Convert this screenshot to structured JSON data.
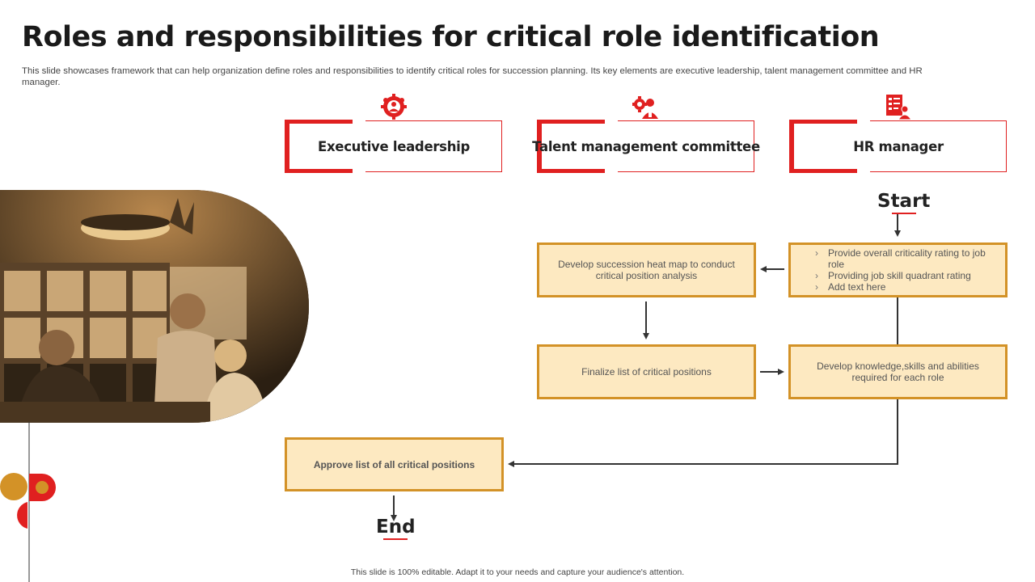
{
  "title": "Roles and responsibilities for critical role identification",
  "subtitle": "This slide showcases framework that can help organization define roles and responsibilities to identify critical roles for succession planning. Its key elements are executive leadership, talent management committee and HR manager.",
  "roles": [
    {
      "label": "Executive leadership",
      "icon": "team-gear-icon"
    },
    {
      "label": "Talent management committee",
      "icon": "gear-person-icon"
    },
    {
      "label": "HR manager",
      "icon": "checklist-person-icon"
    }
  ],
  "flow": {
    "start_label": "Start",
    "end_label": "End",
    "steps": {
      "hr_tasks": [
        "Provide overall criticality rating to job role",
        "Providing job skill quadrant rating",
        "Add text here"
      ],
      "heat_map": "Develop succession heat map to conduct critical position analysis",
      "finalize": "Finalize list of critical positions",
      "knowledge": "Develop knowledge,skills and abilities required for each role",
      "approve": "Approve list of all critical positions"
    }
  },
  "footer": "This slide is 100% editable. Adapt it to your needs and capture your audience's attention.",
  "colors": {
    "accent_red": "#e02020",
    "step_fill": "#fde9c1",
    "step_border": "#d39227",
    "connector": "#333333"
  }
}
